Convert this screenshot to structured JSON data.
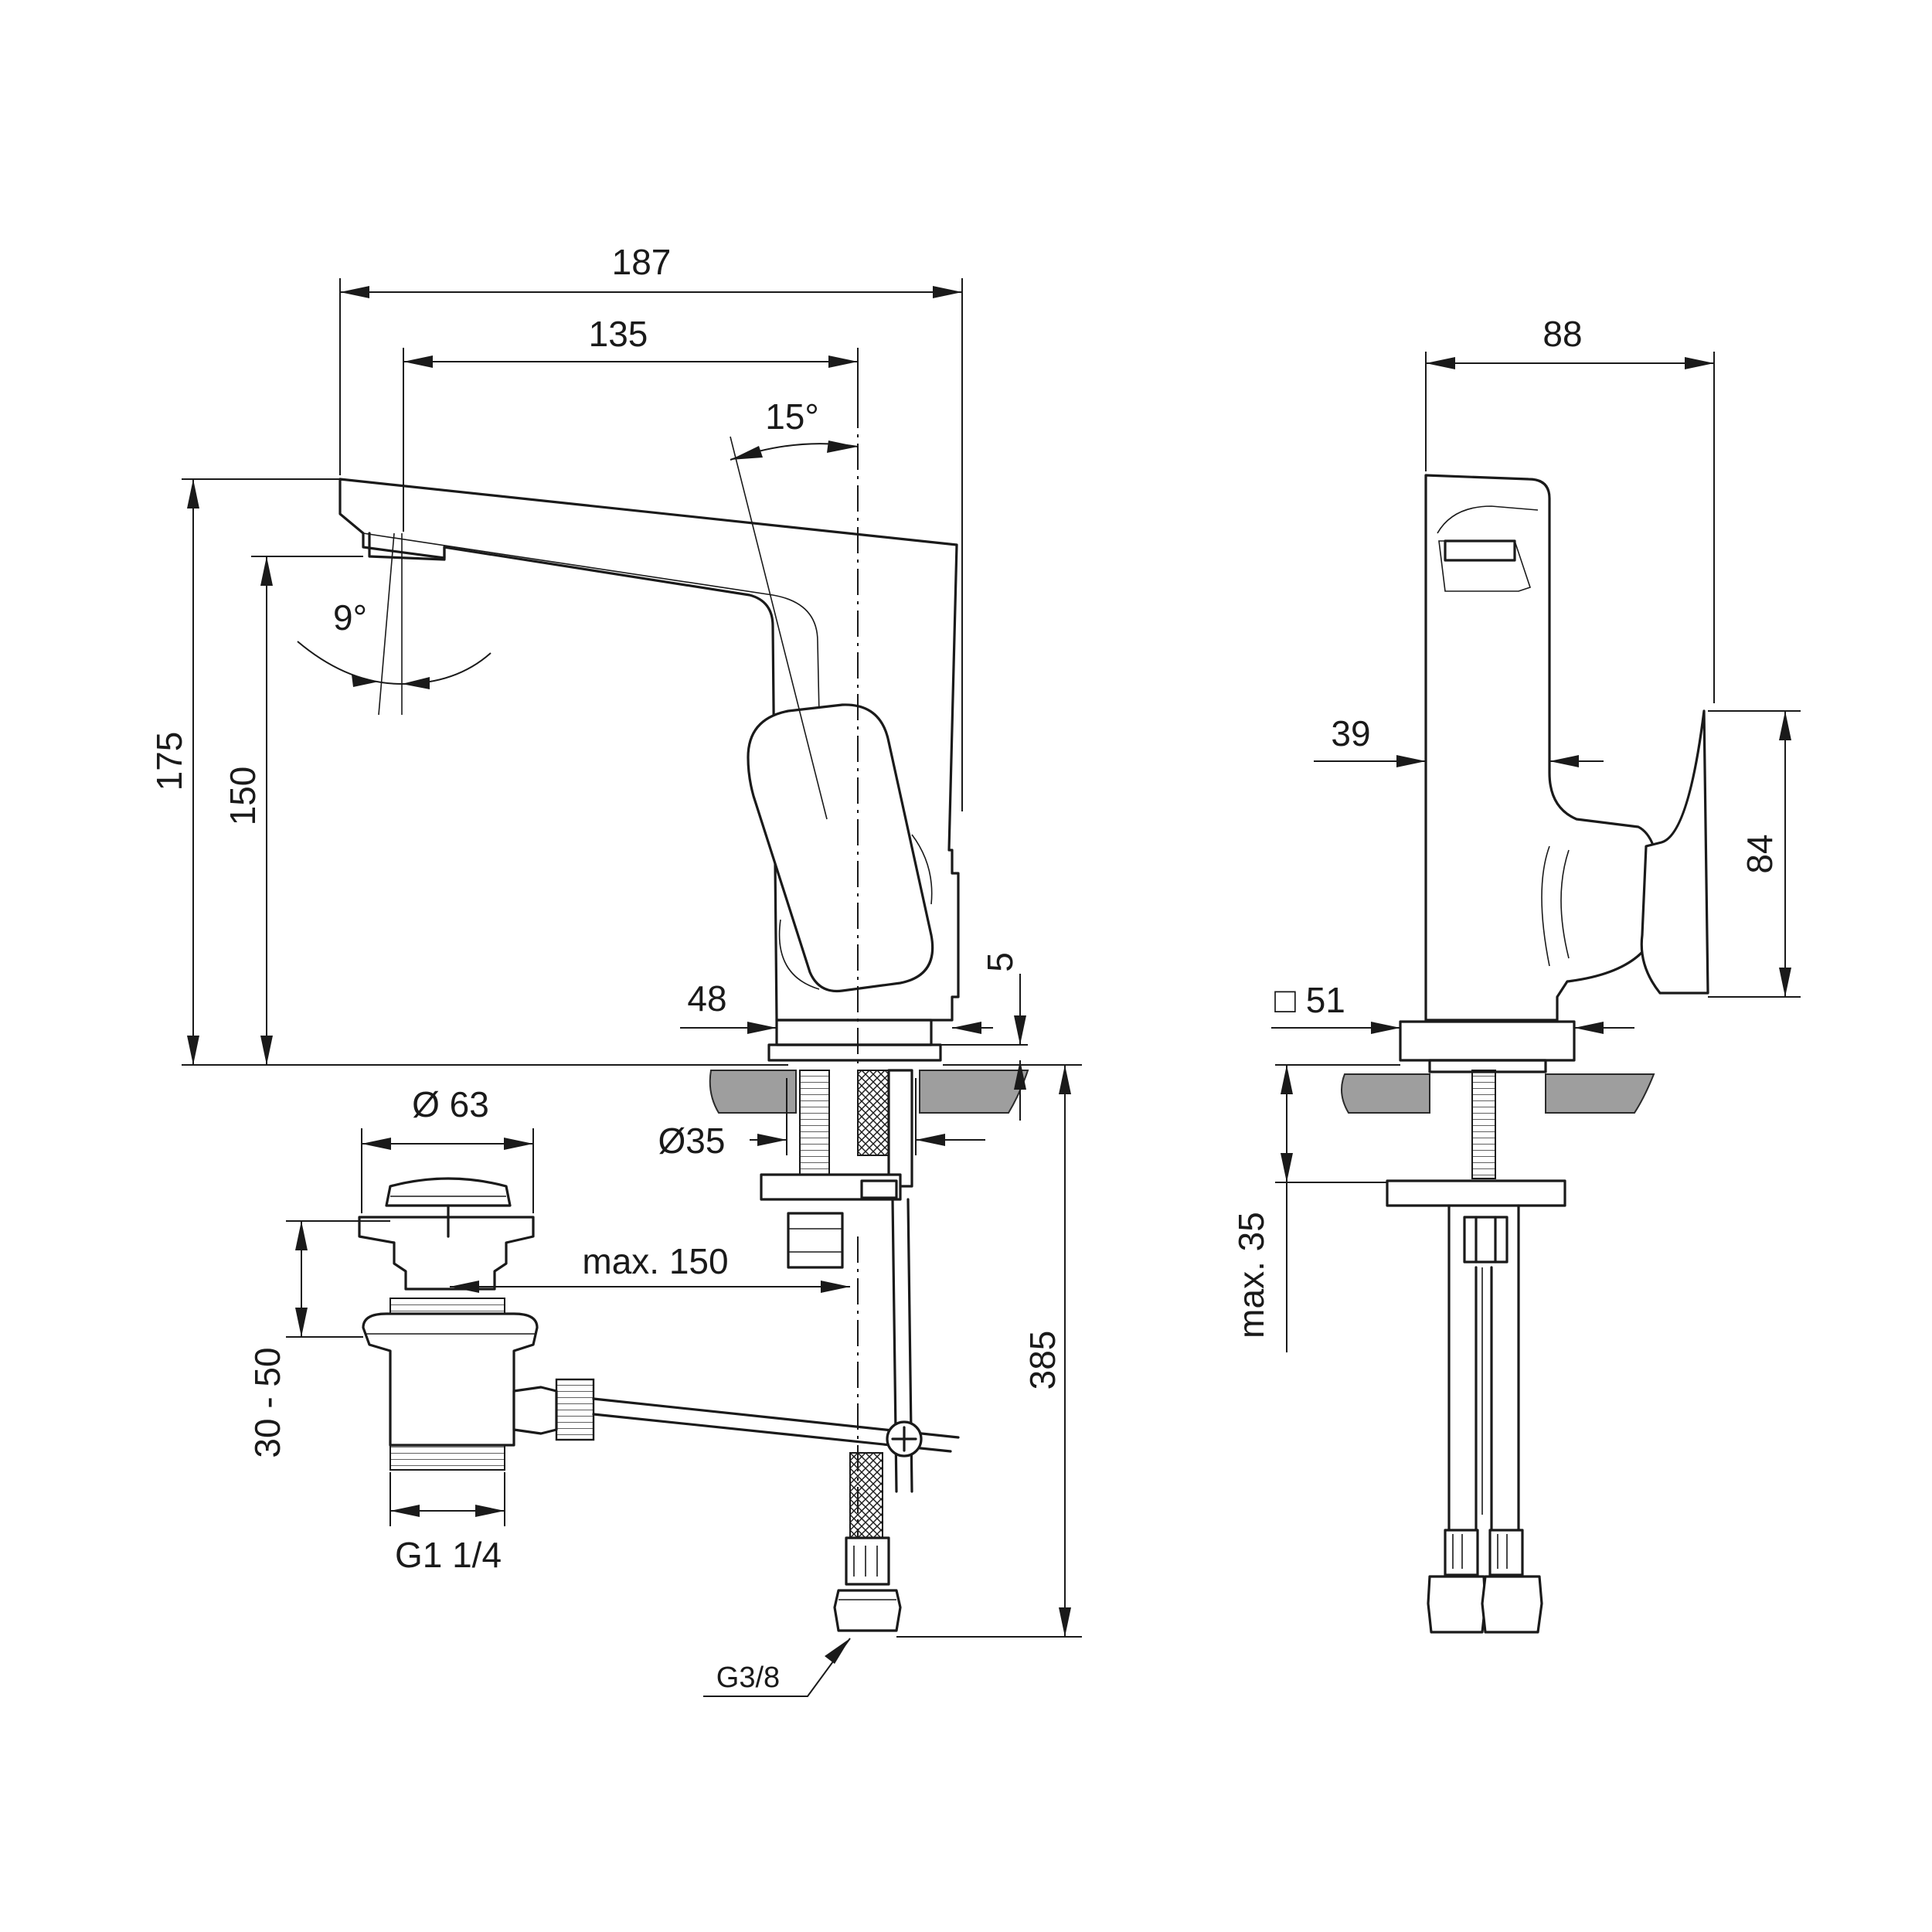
{
  "dimensions": {
    "overall_length": "187",
    "spout_reach": "135",
    "handle_angle": "15°",
    "spout_angle": "9°",
    "overall_height": "175",
    "spout_height": "150",
    "base_width": "48",
    "base_plate_thickness": "5",
    "pipe_diameter": "Ø35",
    "waste_diameter": "Ø 63",
    "waste_offset": "max. 150",
    "waste_adjust": "30 - 50",
    "waste_thread": "G1 1/4",
    "supply_length": "385",
    "supply_thread": "G3/8",
    "side_width": "88",
    "side_offset": "39",
    "lever_height": "84",
    "base_square": "□ 51",
    "deck_thickness": "max. 35"
  }
}
